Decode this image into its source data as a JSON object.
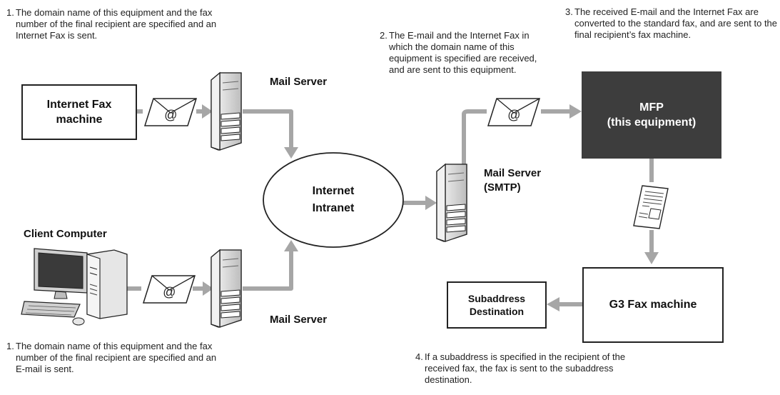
{
  "notes": {
    "sender_fax": {
      "number": "1.",
      "text": "The domain name of this equipment and the fax number of the final recipient are specified and an Internet Fax is sent."
    },
    "receive": {
      "number": "2.",
      "text": "The E-mail and the Internet Fax in which the domain name of this equipment is specified are received, and are sent to this equipment."
    },
    "convert": {
      "number": "3.",
      "text": "The received E-mail and the Internet Fax are converted to the standard fax, and are sent to the final recipient’s fax machine."
    },
    "sender_email": {
      "number": "1.",
      "text": "The domain name of this equipment and the fax number of the final recipient are specified and an E-mail is sent."
    },
    "subaddress": {
      "number": "4.",
      "text": "If a subaddress is specified in the recipient of the received fax, the fax is sent to the subaddress destination."
    }
  },
  "nodes": {
    "internet_fax_machine": {
      "line1": "Internet Fax",
      "line2": "machine"
    },
    "mail_server_top": "Mail Server",
    "mail_server_bottom": "Mail Server",
    "network": {
      "line1": "Internet",
      "line2": "Intranet"
    },
    "mail_server_smtp": {
      "line1": "Mail Server",
      "line2": "(SMTP)"
    },
    "mfp": {
      "line1": "MFP",
      "line2": "(this equipment)"
    },
    "client_computer": "Client Computer",
    "g3_fax_machine": "G3 Fax machine",
    "subaddress_destination": {
      "line1": "Subaddress",
      "line2": "Destination"
    }
  },
  "icons": {
    "envelope_symbol": "@"
  },
  "colors": {
    "arrow": "#a6a6a6",
    "mfp_fill": "#3d3d3d",
    "mfp_text": "#ffffff",
    "outline": "#222222"
  }
}
